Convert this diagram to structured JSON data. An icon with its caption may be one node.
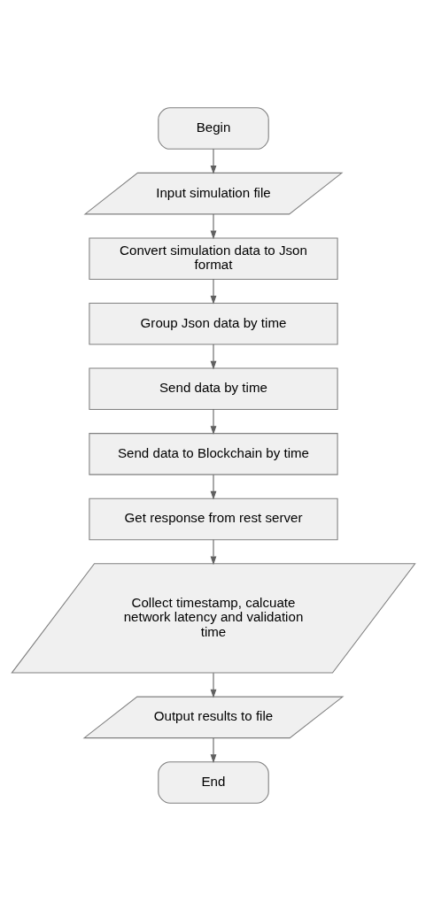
{
  "diagram": {
    "nodes": [
      {
        "text": [
          "Begin"
        ]
      },
      {
        "text": [
          "Input simulation file"
        ]
      },
      {
        "text": [
          "Convert simulation data to Json format"
        ]
      },
      {
        "text": [
          "Group Json data by time"
        ]
      },
      {
        "text": [
          "Send data by time"
        ]
      },
      {
        "text": [
          "Send data to Blockchain by time"
        ]
      },
      {
        "text": [
          "Get response from rest server"
        ]
      },
      {
        "text": [
          "Collect timestamp, calcuate network latency and validation time"
        ]
      },
      {
        "text": [
          "Output results to file"
        ]
      },
      {
        "text": [
          "End"
        ]
      }
    ],
    "edges": [
      {
        "from": 0,
        "to": 1,
        "arrow": "to"
      },
      {
        "from": 1,
        "to": 2,
        "arrow": "to"
      },
      {
        "from": 2,
        "to": 3,
        "arrow": "to"
      },
      {
        "from": 3,
        "to": 4,
        "arrow": "to"
      },
      {
        "from": 4,
        "to": 5,
        "arrow": "to"
      },
      {
        "from": 5,
        "to": 6,
        "arrow": "to"
      },
      {
        "from": 6,
        "to": 7,
        "arrow": "to"
      },
      {
        "from": 7,
        "to": 8,
        "arrow": "to"
      },
      {
        "from": 8,
        "to": 9,
        "arrow": "to"
      }
    ]
  }
}
